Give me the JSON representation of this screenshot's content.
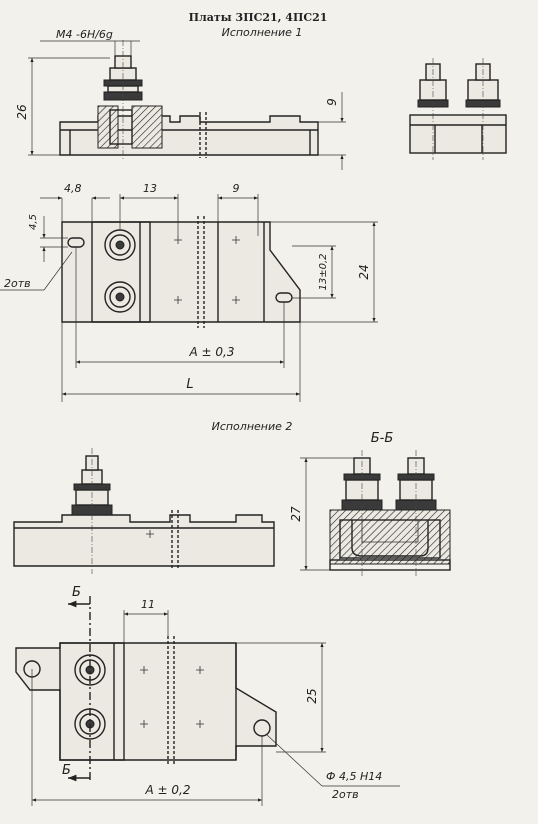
{
  "title": "Платы 3ПС21, 4ПС21",
  "variant1": "Исполнение 1",
  "variant2": "Исполнение 2",
  "section_label": "Б-Б",
  "section_mark": "Б",
  "dims": {
    "thread": "М4 -6Н/6g",
    "h26": "26",
    "h9": "9",
    "w48": "4,8",
    "w13": "13",
    "w9": "9",
    "w45": "4,5",
    "holes1": "2отв",
    "h13": "13±0,2",
    "h24": "24",
    "a1": "А ± 0,3",
    "L": "L",
    "h27": "27",
    "w11": "11",
    "h25": "25",
    "hole_dia": "Ф 4,5 Н14",
    "holes2": "2отв",
    "a2": "А ± 0,2"
  }
}
